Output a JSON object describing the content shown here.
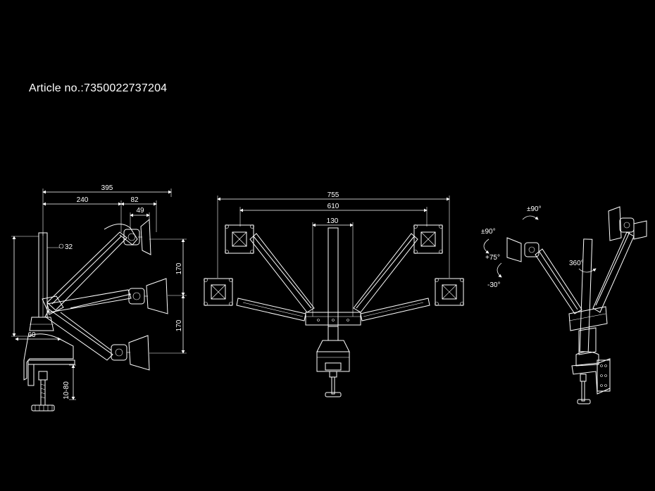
{
  "article_label": "Article no.:7350022737204",
  "side_view": {
    "dim_395": "395",
    "dim_240": "240",
    "dim_82": "82",
    "dim_49": "49",
    "dim_diam32": "32",
    "dim_60": "60",
    "dim_170_upper": "170",
    "dim_170_lower": "170",
    "dim_clamp": "10-80"
  },
  "front_view": {
    "dim_755": "755",
    "dim_610": "610",
    "dim_130": "130"
  },
  "iso_view": {
    "tilt_pm90_top": "±90°",
    "tilt_pm90_left": "±90°",
    "tilt_plus75": "+75°",
    "tilt_minus30": "-30°",
    "rotate_360": "360°"
  },
  "colors": {
    "background": "#000000",
    "line": "#ffffff"
  }
}
